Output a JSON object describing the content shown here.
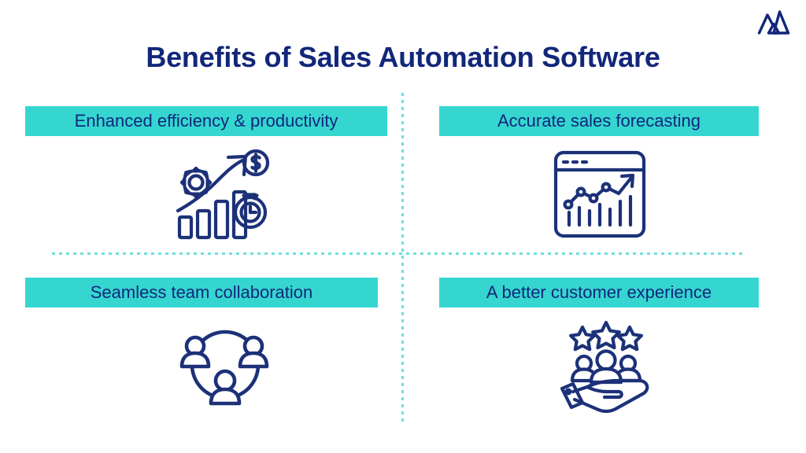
{
  "page": {
    "title": "Benefits of Sales Automation Software",
    "background_color": "#ffffff",
    "title_color": "#12277a",
    "accent_color": "#35d6d0",
    "divider_color": "#6fdede"
  },
  "logo": {
    "name": "mountain-logo",
    "color": "#12277a"
  },
  "quadrants": [
    {
      "label": "Enhanced efficiency & productivity",
      "icon": "growth-chart-gear-money-clock-icon",
      "position": "top-left"
    },
    {
      "label": "Accurate sales forecasting",
      "icon": "browser-window-analytics-chart-icon",
      "position": "top-right"
    },
    {
      "label": "Seamless team collaboration",
      "icon": "team-network-people-circle-icon",
      "position": "bottom-left"
    },
    {
      "label": "A better customer experience",
      "icon": "hand-holding-people-stars-icon",
      "position": "bottom-right"
    }
  ]
}
